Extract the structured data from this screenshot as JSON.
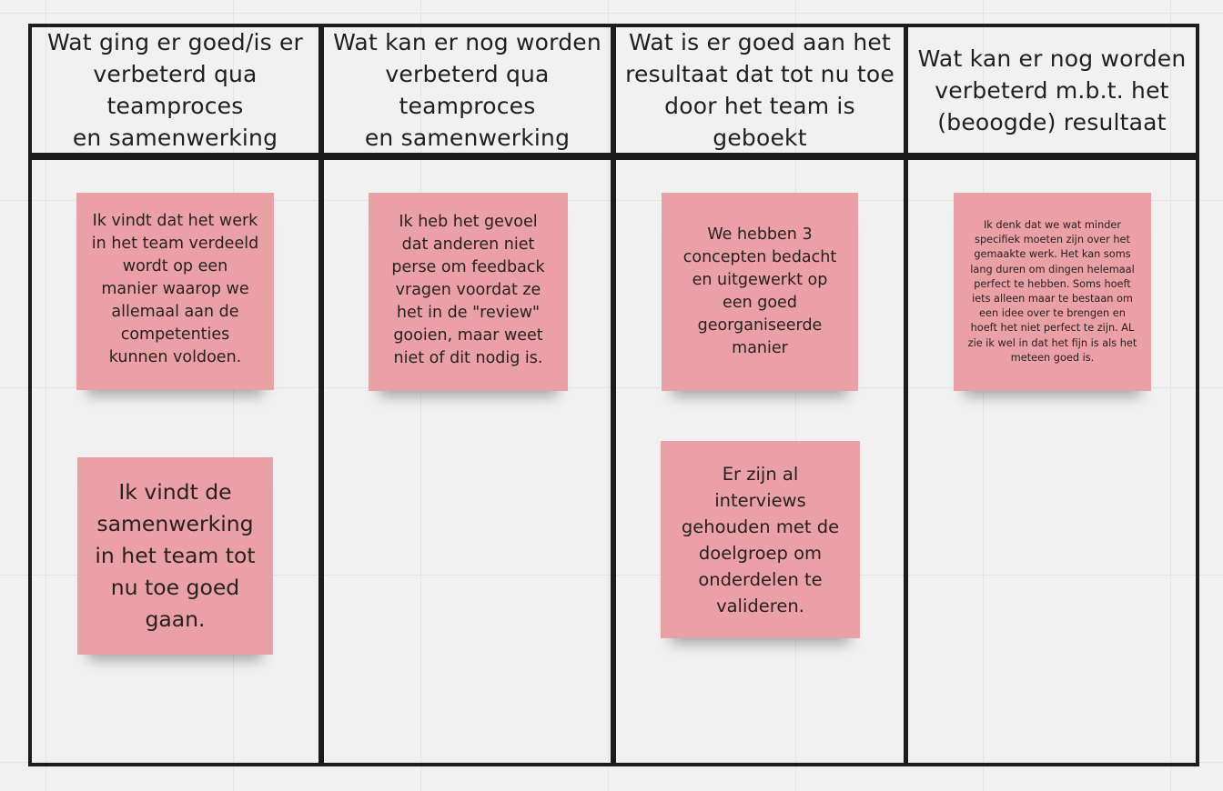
{
  "columns": [
    {
      "header": "Wat ging er goed/is er\nverbeterd qua teamproces\nen samenwerking"
    },
    {
      "header": "Wat kan er nog worden\nverbeterd qua teamproces\nen samenwerking"
    },
    {
      "header": "Wat is er goed aan het\nresultaat dat tot nu toe\ndoor het team is geboekt"
    },
    {
      "header": "Wat kan er nog worden\nverbeterd m.b.t. het\n(beoogde) resultaat"
    }
  ],
  "stickies": [
    {
      "text": "Ik vindt dat het werk\nin het team verdeeld\nwordt op een\nmanier waarop we\nallemaal aan de\ncompetenties\nkunnen voldoen.",
      "color": "#e9a0a6"
    },
    {
      "text": "Ik vindt de\nsamenwerking\nin het team tot\nnu toe goed\ngaan.",
      "color": "#e9a0a6"
    },
    {
      "text": "Ik heb het gevoel\ndat anderen niet\nperse om feedback\nvragen voordat ze\nhet in de \"review\"\ngooien, maar weet\nniet of dit nodig is.",
      "color": "#e9a0a6"
    },
    {
      "text": "We hebben 3\nconcepten bedacht\nen uitgewerkt op\neen goed\ngeorganiseerde\nmanier",
      "color": "#e9a0a6"
    },
    {
      "text": "Er zijn al\ninterviews\ngehouden met de\ndoelgroep om\nonderdelen te\nvalideren.",
      "color": "#e9a0a6"
    },
    {
      "text": "Ik denk dat we wat minder\nspecifiek moeten zijn over het\ngemaakte werk. Het kan soms\nlang duren om dingen helemaal\nperfect te hebben. Soms hoeft\niets alleen maar te bestaan om\neen idee over te brengen en\nhoeft het niet perfect te zijn. AL\nzie ik wel in dat het fijn is als het\nmeteen goed is.",
      "color": "#e9a0a6"
    }
  ]
}
